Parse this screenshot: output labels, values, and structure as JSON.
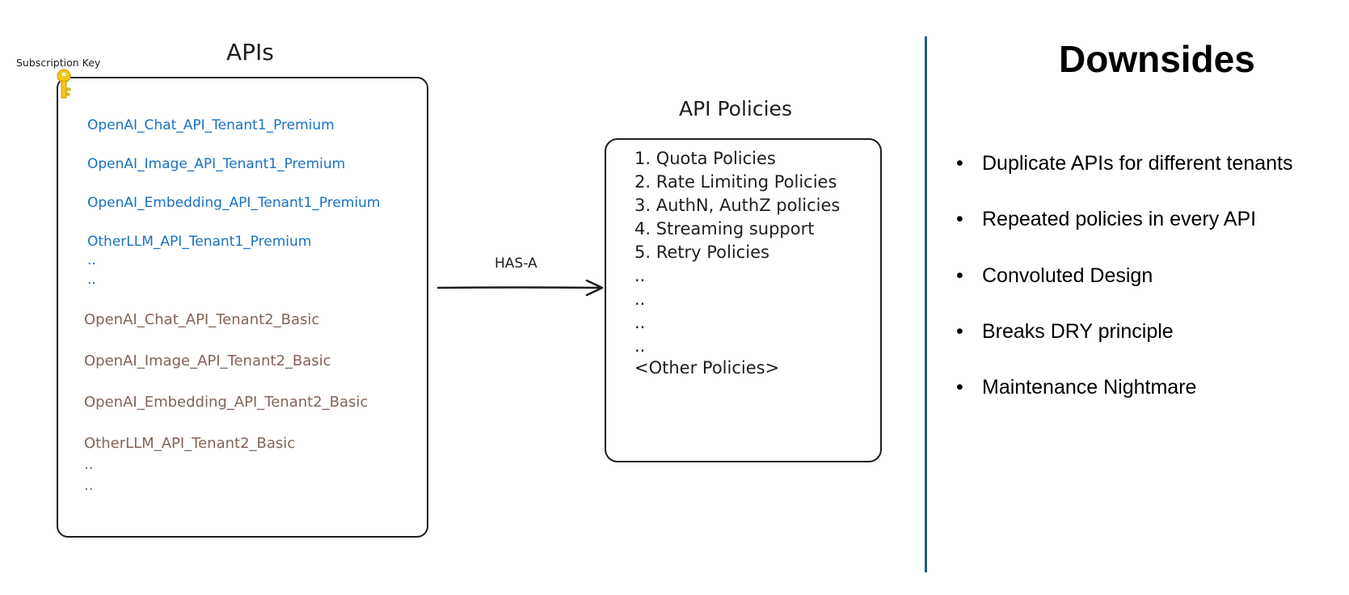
{
  "apis": {
    "title": "APIs",
    "subscription_key_label": "Subscription Key",
    "tenant1": [
      "OpenAI_Chat_API_Tenant1_Premium",
      "OpenAI_Image_API_Tenant1_Premium",
      "OpenAI_Embedding_API_Tenant1_Premium",
      "OtherLLM_API_Tenant1_Premium",
      "..",
      ".."
    ],
    "tenant2": [
      "OpenAI_Chat_API_Tenant2_Basic",
      "OpenAI_Image_API_Tenant2_Basic",
      "OpenAI_Embedding_API_Tenant2_Basic",
      "OtherLLM_API_Tenant2_Basic",
      "..",
      ".."
    ]
  },
  "relation": {
    "label": "HAS-A"
  },
  "policies": {
    "title": "API Policies",
    "items": [
      "1. Quota Policies",
      "2. Rate Limiting Policies",
      "3. AuthN, AuthZ policies",
      "4. Streaming support",
      "5. Retry Policies",
      "..",
      "..",
      "..",
      "..",
      "<Other Policies>"
    ]
  },
  "downsides": {
    "title": "Downsides",
    "bullet": "•",
    "items": [
      "Duplicate APIs for different tenants",
      "Repeated policies in every API",
      "Convoluted Design",
      "Breaks DRY principle",
      "Maintenance Nightmare"
    ]
  },
  "colors": {
    "tenant1_text": "#1971c2",
    "tenant2_text": "#846358",
    "divider": "#1f5f7a",
    "key_icon": "#f5c518"
  }
}
